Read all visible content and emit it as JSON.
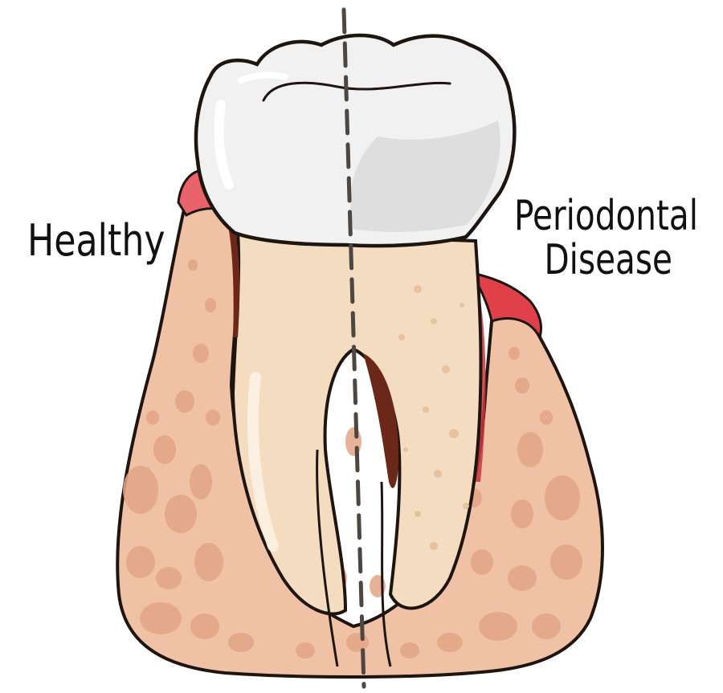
{
  "labels": {
    "healthy": "Healthy",
    "periodontal_line1": "Periodontal",
    "periodontal_line2": "Disease"
  },
  "colors": {
    "crown": "#f1f1f1",
    "crown_shadow": "#d9d9d9",
    "root": "#f3dcc0",
    "root_shadow": "#e6c39c",
    "bone": "#efc1a5",
    "bone_spots": "#e3a487",
    "gum_healthy": "#e8646a",
    "gum_diseased": "#e0404a",
    "plaque": "#6b2818",
    "outline": "#1e1410",
    "divider": "#4e4640"
  }
}
